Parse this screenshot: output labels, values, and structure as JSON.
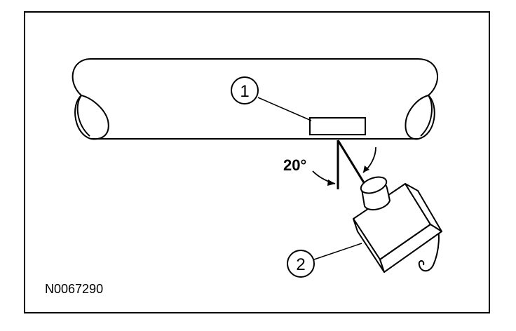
{
  "figure": {
    "callouts": [
      {
        "number": "1"
      },
      {
        "number": "2"
      }
    ],
    "angle_label": "20°",
    "figure_id": "N0067290"
  },
  "colors": {
    "stroke": "#000000",
    "background": "#ffffff"
  }
}
